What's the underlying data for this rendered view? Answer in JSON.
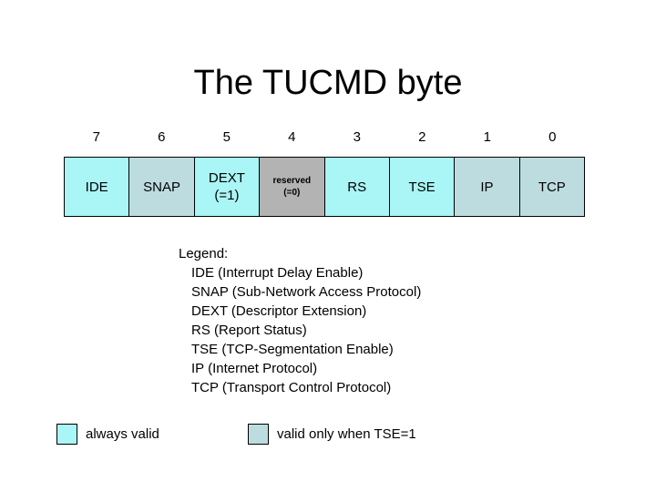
{
  "slide": {
    "title": "The TUCMD byte"
  },
  "bit_numbers": [
    "7",
    "6",
    "5",
    "4",
    "3",
    "2",
    "1",
    "0"
  ],
  "colors": {
    "always_valid": "#AAF5F5",
    "tse_only": "#BDDCDF",
    "reserved": "#B3B3B3",
    "border": "#000000",
    "background": "#FFFFFF",
    "text": "#000000"
  },
  "fields": [
    {
      "bit": "7",
      "line1": "IDE",
      "line2": "",
      "fill": "#AAF5F5",
      "small": false
    },
    {
      "bit": "6",
      "line1": "SNAP",
      "line2": "",
      "fill": "#BDDCDF",
      "small": false
    },
    {
      "bit": "5",
      "line1": "DEXT",
      "line2": "(=1)",
      "fill": "#AAF5F5",
      "small": false
    },
    {
      "bit": "4",
      "line1": "reserved",
      "line2": "(=0)",
      "fill": "#B3B3B3",
      "small": true
    },
    {
      "bit": "3",
      "line1": "RS",
      "line2": "",
      "fill": "#AAF5F5",
      "small": false
    },
    {
      "bit": "2",
      "line1": "TSE",
      "line2": "",
      "fill": "#AAF5F5",
      "small": false
    },
    {
      "bit": "1",
      "line1": "IP",
      "line2": "",
      "fill": "#BDDCDF",
      "small": false
    },
    {
      "bit": "0",
      "line1": "TCP",
      "line2": "",
      "fill": "#BDDCDF",
      "small": false
    }
  ],
  "legend": {
    "heading": "Legend:",
    "entries": [
      "IDE (Interrupt Delay Enable)",
      "SNAP (Sub-Network Access Protocol)",
      "DEXT (Descriptor Extension)",
      "RS (Report Status)",
      "TSE (TCP-Segmentation Enable)",
      "IP (Internet Protocol)",
      "TCP (Transport Control Protocol)"
    ]
  },
  "color_key": [
    {
      "label": "always valid",
      "fill": "#AAF5F5"
    },
    {
      "label": "valid only when TSE=1",
      "fill": "#BDDCDF"
    }
  ]
}
